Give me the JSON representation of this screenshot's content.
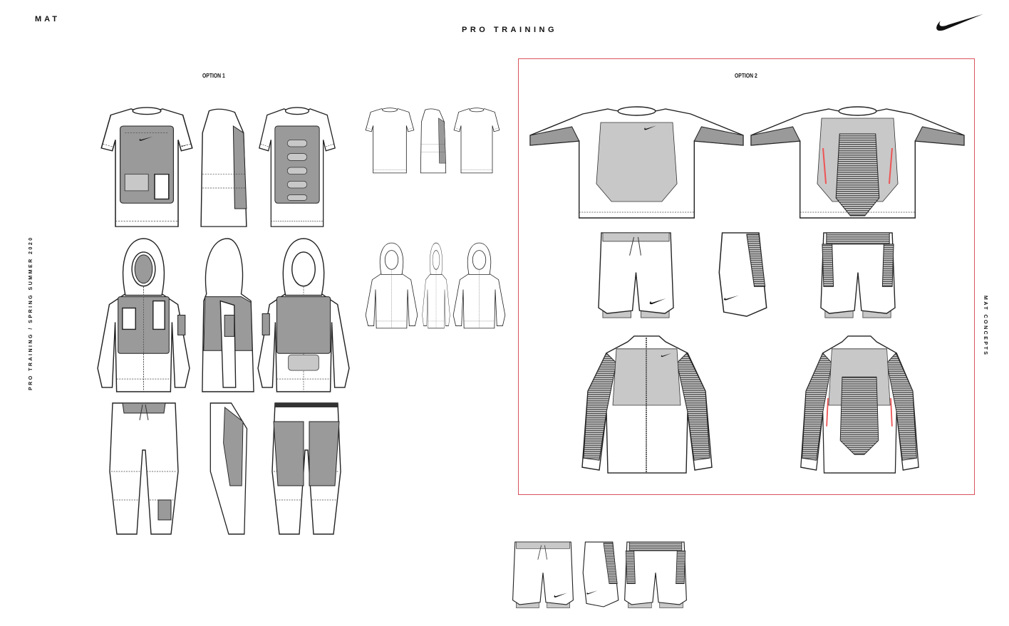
{
  "header": {
    "brand": "MAT",
    "title": "PRO TRAINING",
    "logo": "nike-swoosh"
  },
  "sidebar_left": {
    "text": "PRO TRAINING / SPRING SUMMER 2020"
  },
  "sidebar_right": {
    "text": "MAT CONCEPTS"
  },
  "options": [
    {
      "label": "OPTION 1"
    },
    {
      "label": "OPTION 2",
      "highlight_color": "#d9545c"
    }
  ]
}
